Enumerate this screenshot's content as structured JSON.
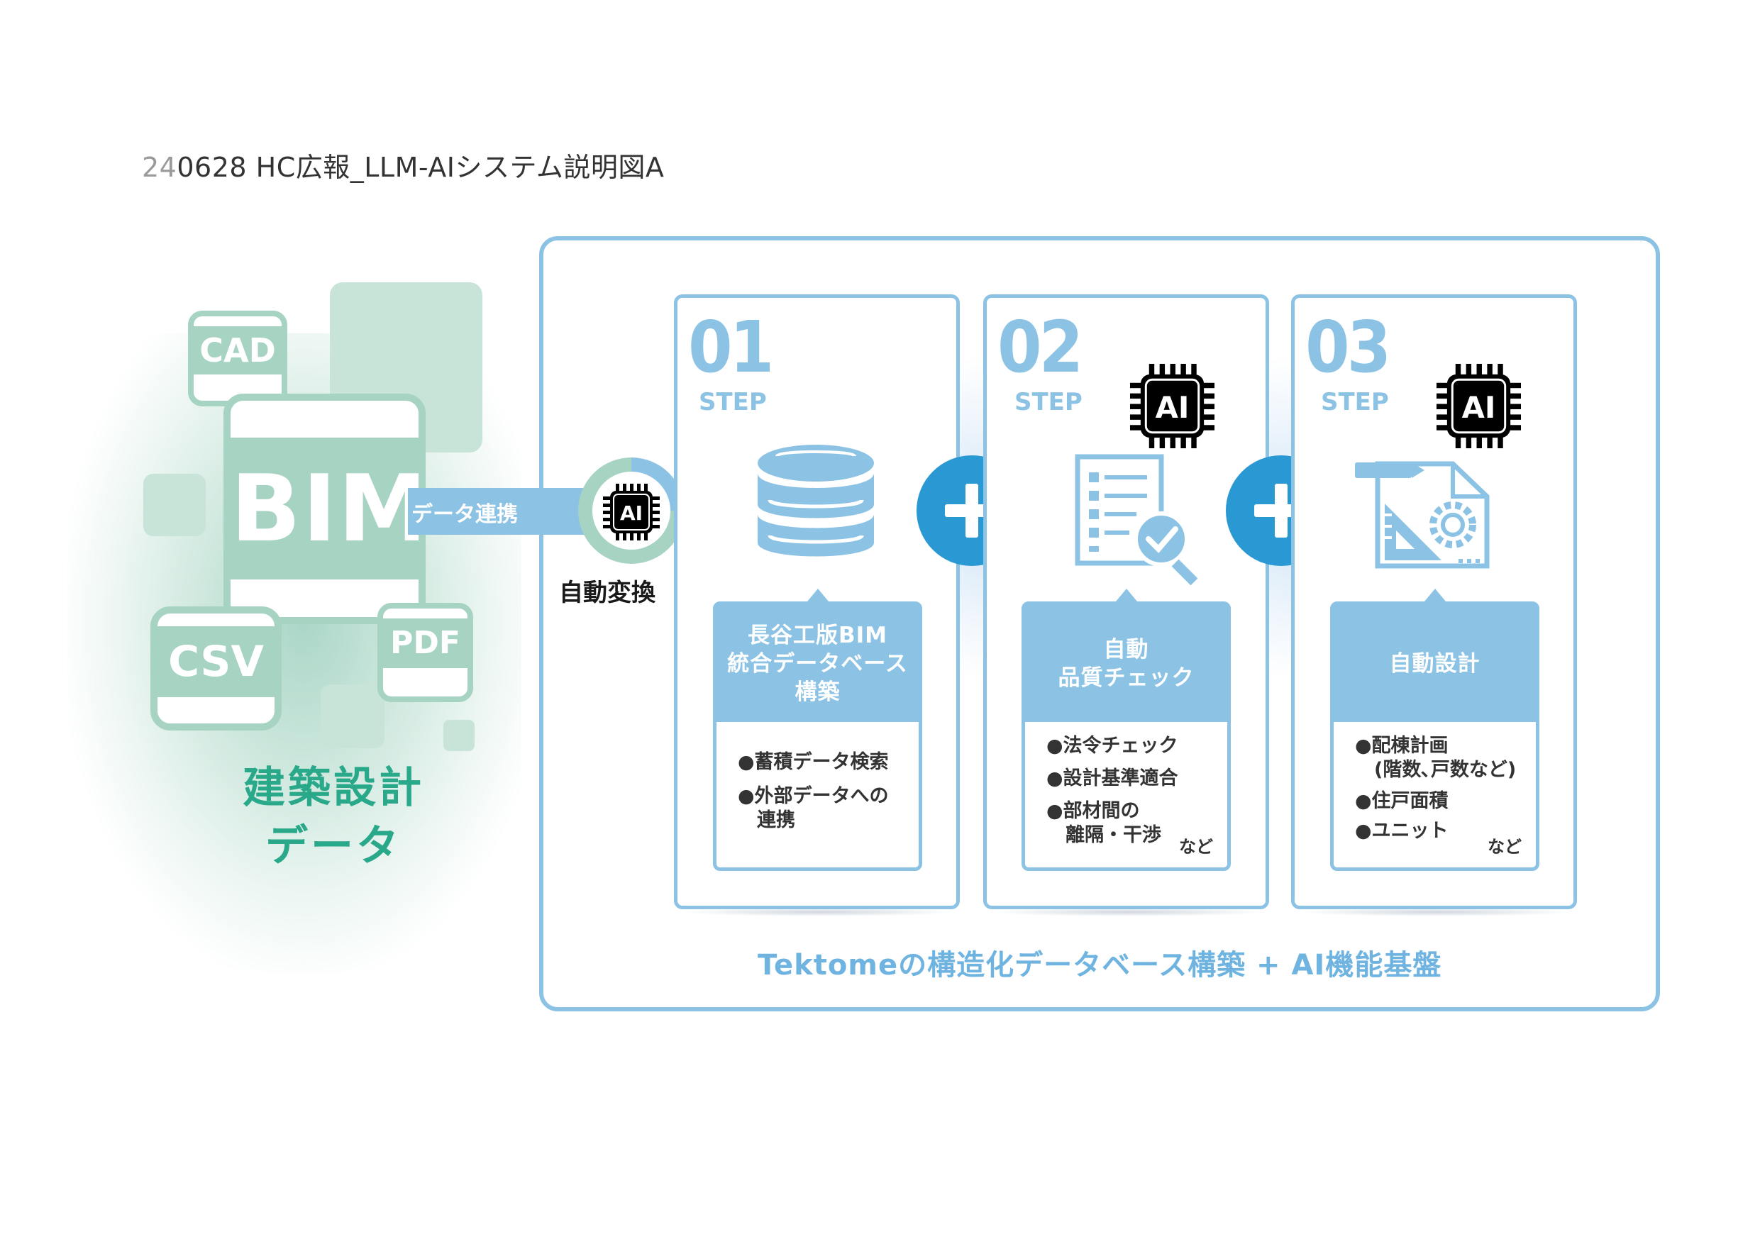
{
  "doc_title": {
    "prefix": "24",
    "rest": "0628 HC広報_LLM-AIシステム説明図A"
  },
  "left": {
    "cad": "CAD",
    "bim": "BIM",
    "csv": "CSV",
    "pdf": "PDF",
    "caption_line1": "建築設計",
    "caption_line2": "データ"
  },
  "arrow": {
    "link_label": "データ連携",
    "ai_badge": "AI",
    "auto_convert": "自動変換"
  },
  "steps": [
    {
      "number": "01",
      "word": "STEP",
      "title_lines": [
        "長谷工版BIM",
        "統合データベース",
        "構築"
      ],
      "bullets": [
        "●蓄積データ検索",
        "●外部データへの",
        "　連携"
      ],
      "etc": ""
    },
    {
      "number": "02",
      "word": "STEP",
      "ai_badge": "AI",
      "title_lines": [
        "自動",
        "品質チェック"
      ],
      "bullets": [
        "●法令チェック",
        "●設計基準適合",
        "●部材間の",
        "　離隔・干渉"
      ],
      "etc": "など"
    },
    {
      "number": "03",
      "word": "STEP",
      "ai_badge": "AI",
      "title_lines": [
        "自動設計"
      ],
      "bullets": [
        "●配棟計画",
        "　(階数､戸数など)",
        "●住戸面積",
        "●ユニット"
      ],
      "etc": "など"
    }
  ],
  "footer": "Tektomeの構造化データベース構築 + AI機能基盤",
  "colors": {
    "green": "#a6d3c2",
    "green_text": "#2aa88a",
    "blue": "#8cc3e5",
    "plus_blue": "#2a98d3"
  },
  "icons": [
    "database-icon",
    "checklist-magnifier-icon",
    "design-drawing-gear-icon",
    "ai-chip-icon",
    "plus-icon"
  ]
}
